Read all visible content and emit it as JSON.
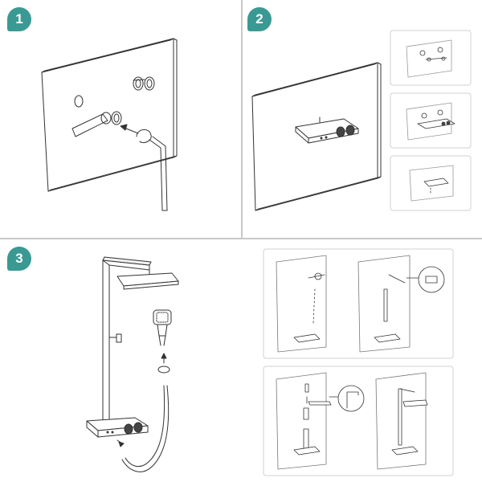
{
  "steps": [
    {
      "number": "1"
    },
    {
      "number": "2"
    },
    {
      "number": "3"
    }
  ],
  "colors": {
    "accent": "#3a9a93",
    "line": "#333333",
    "panel_border": "#d0d0d0",
    "divider": "#c8c8c8"
  },
  "icons": [
    "wall-panel",
    "valve-fitting",
    "hex-key",
    "mixer-unit",
    "shower-column",
    "hand-shower",
    "hose"
  ]
}
